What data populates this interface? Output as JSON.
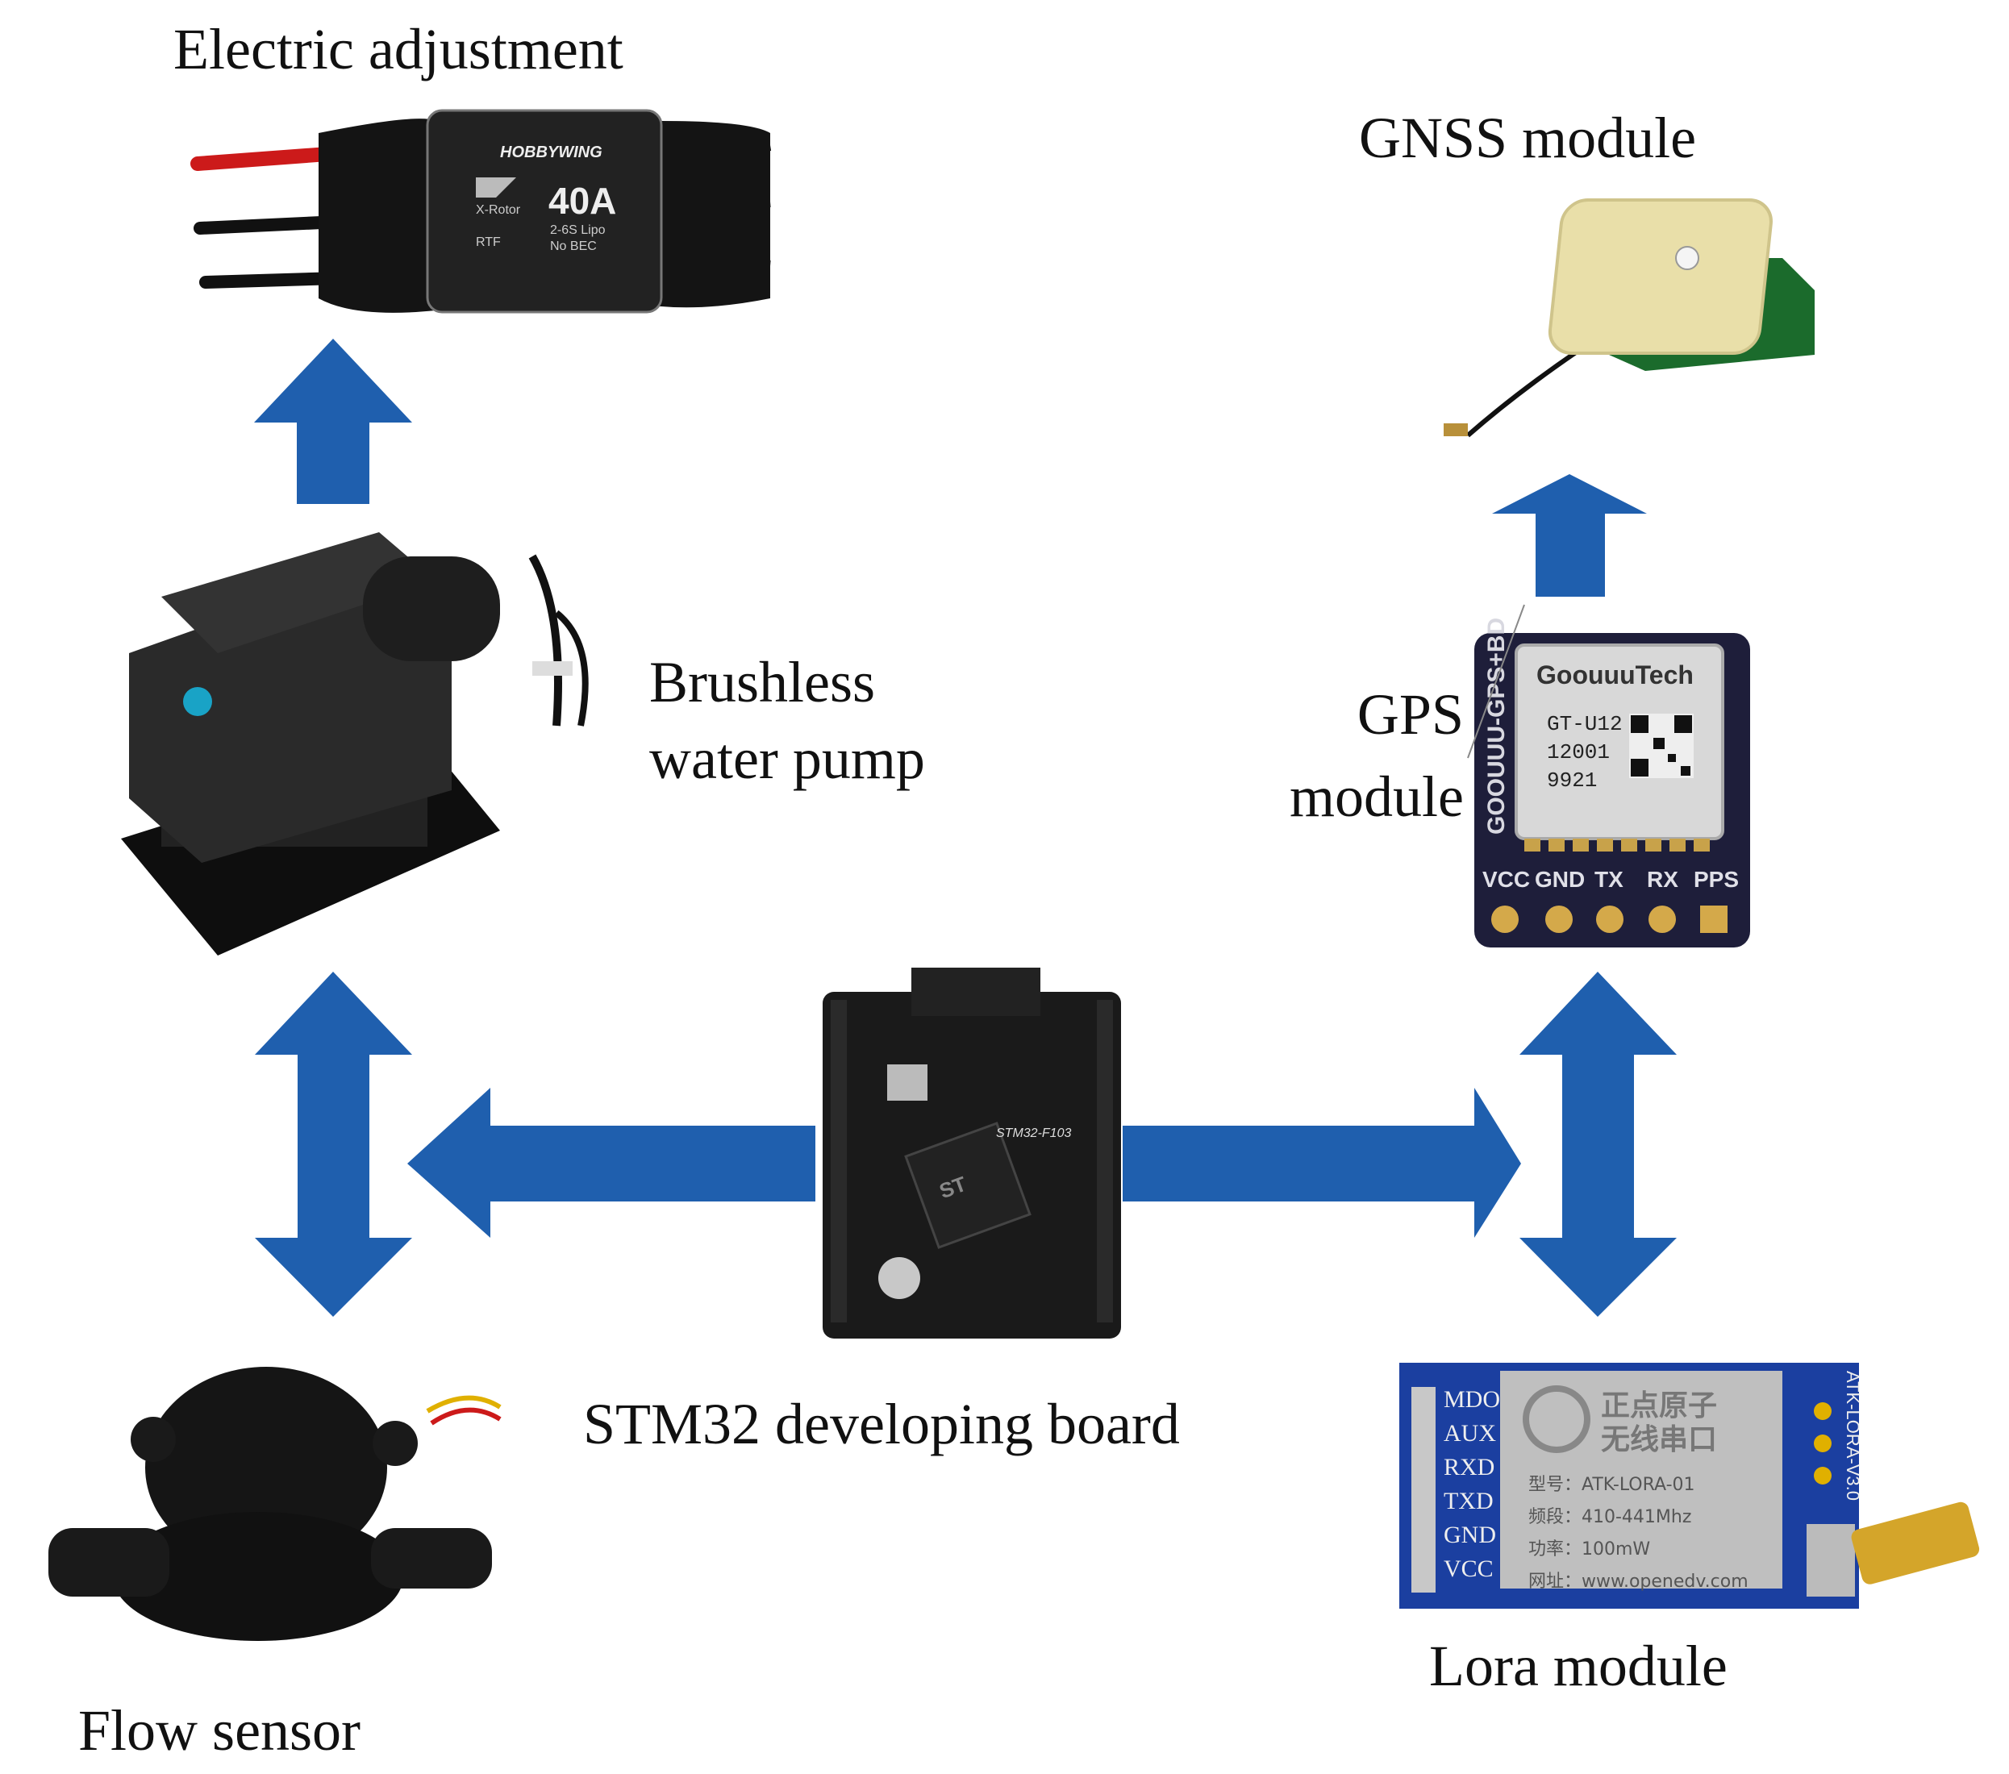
{
  "labels": {
    "esc": "Electric adjustment",
    "gnss": "GNSS module",
    "pump_line1": "Brushless",
    "pump_line2": "water pump",
    "gps_line1": "GPS",
    "gps_line2": "module",
    "stm32": "STM32 developing board",
    "flow": "Flow sensor",
    "lora": "Lora module"
  },
  "esc": {
    "brand": "HOBBYWING",
    "model": "X-Rotor",
    "current": "40A",
    "spec1": "2-6S Lipo",
    "spec2": "No BEC",
    "tag": "RTF"
  },
  "gps_board": {
    "brand": "GoouuuTech",
    "side_text": "GOOUUU-GPS+BD",
    "chip_model": "GT-U12",
    "chip_line2": "12001",
    "chip_line3": "9921",
    "pins": [
      "VCC",
      "GND",
      "TX",
      "RX",
      "PPS"
    ]
  },
  "lora_board": {
    "pins": [
      "MDO",
      "AUX",
      "RXD",
      "TXD",
      "GND",
      "VCC"
    ],
    "cn_title1": "正点原子",
    "cn_title2": "无线串口",
    "model_line": "型号：ATK-LORA-01",
    "freq_line": "频段：410-441Mhz",
    "power_line": "功率：100mW",
    "url_line": "网址：www.openedv.com",
    "side_text": "ATK-LORA-V3.0"
  },
  "stm_board": {
    "chip_text": "ST",
    "logo_text": "STM32-F103"
  },
  "colors": {
    "arrow": "#1f5fae",
    "text": "#111111",
    "board_black": "#1a1a1a",
    "gps_blue": "#1e1e3a",
    "lora_blue": "#1b3fa0"
  }
}
